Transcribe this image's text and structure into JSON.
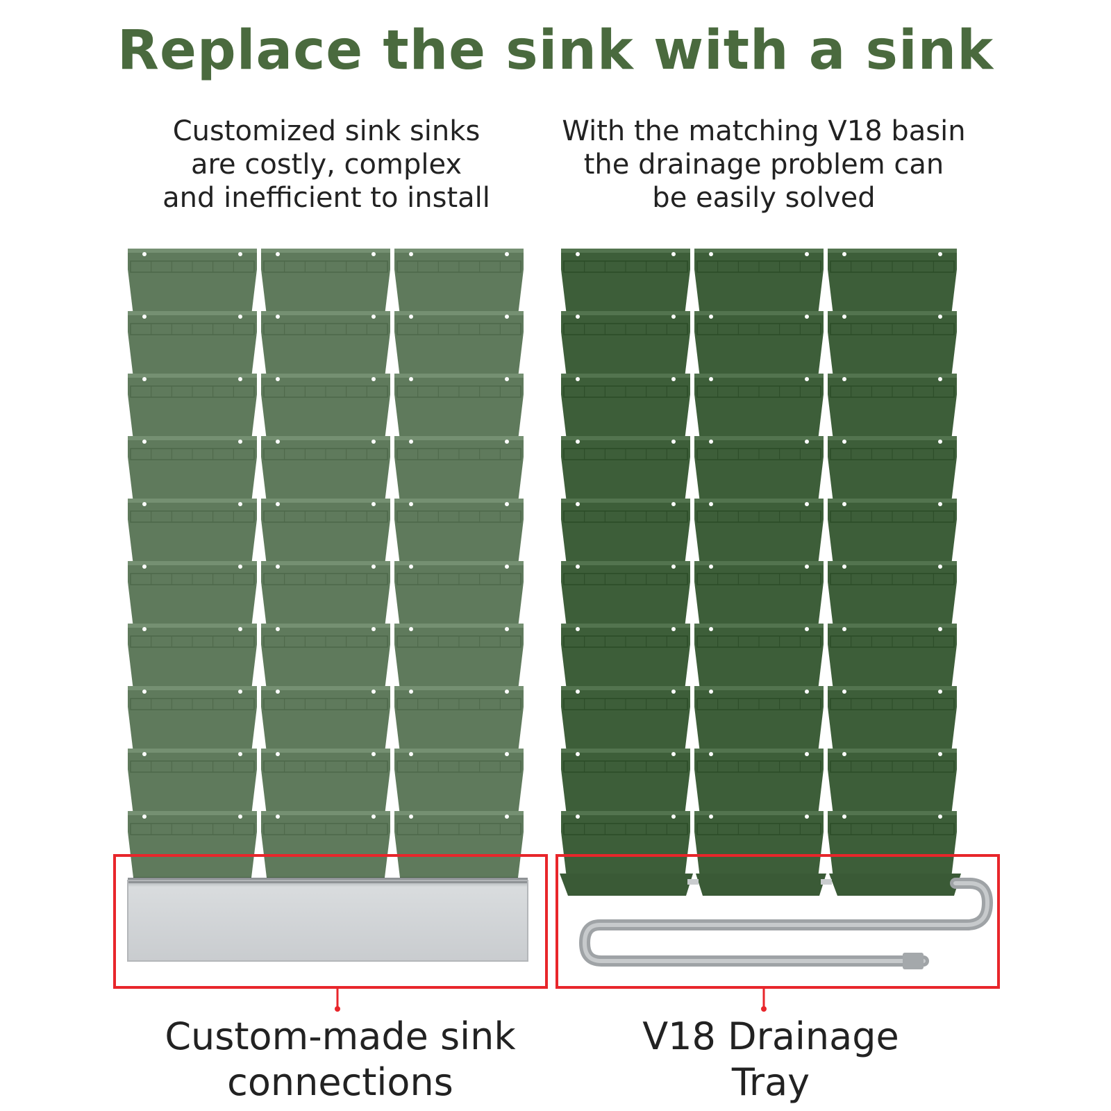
{
  "title": "Replace the sink with a sink",
  "left": {
    "caption_lines": [
      "Customized sink sinks",
      "are costly, complex",
      "and inefficient to install"
    ],
    "label_lines": [
      "Custom-made sink",
      "connections"
    ],
    "pot_color": "#5f7a5c"
  },
  "right": {
    "caption_lines": [
      "With the matching V18 basin",
      "the drainage problem can",
      "be easily solved"
    ],
    "label_lines": [
      "V18 Drainage",
      "Tray"
    ],
    "pot_color": "#3d5e39"
  },
  "highlight_color": "#e8262b",
  "pot_grid": {
    "columns": 3,
    "rows": 10
  }
}
